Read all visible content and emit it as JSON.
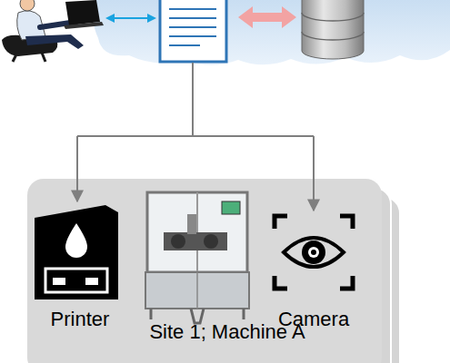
{
  "diagram": {
    "nodes": [
      {
        "text": [
          "Site 1; Machine A"
        ]
      },
      {
        "text": [
          "Printer"
        ],
        "in": 0
      },
      {
        "text": [
          "Camera"
        ],
        "in": 0
      }
    ]
  }
}
